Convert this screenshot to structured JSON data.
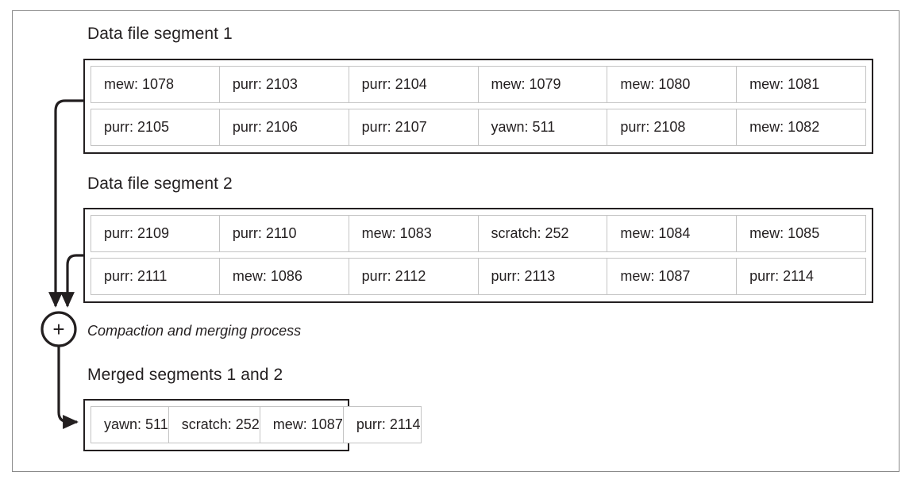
{
  "diagram": {
    "type": "lsm-compaction-merge",
    "merge_node": {
      "symbol": "+",
      "icon": "plus-circle-icon",
      "caption": "Compaction and merging process"
    },
    "segments": [
      {
        "title": "Data file segment 1",
        "rows": [
          [
            "mew: 1078",
            "purr: 2103",
            "purr: 2104",
            "mew: 1079",
            "mew: 1080",
            "mew: 1081"
          ],
          [
            "purr: 2105",
            "purr: 2106",
            "purr: 2107",
            "yawn: 511",
            "purr: 2108",
            "mew: 1082"
          ]
        ]
      },
      {
        "title": "Data file segment 2",
        "rows": [
          [
            "purr: 2109",
            "purr: 2110",
            "mew: 1083",
            "scratch: 252",
            "mew: 1084",
            "mew: 1085"
          ],
          [
            "purr: 2111",
            "mew: 1086",
            "purr: 2112",
            "purr: 2113",
            "mew: 1087",
            "purr: 2114"
          ]
        ]
      }
    ],
    "merged": {
      "title": "Merged segments 1 and 2",
      "rows": [
        [
          "yawn: 511",
          "scratch: 252",
          "mew: 1087",
          "purr: 2114"
        ]
      ]
    },
    "colors": {
      "stroke_dark": "#231f20",
      "stroke_light": "#c4c4c4",
      "frame": "#8a8a8a",
      "background": "#ffffff"
    }
  }
}
